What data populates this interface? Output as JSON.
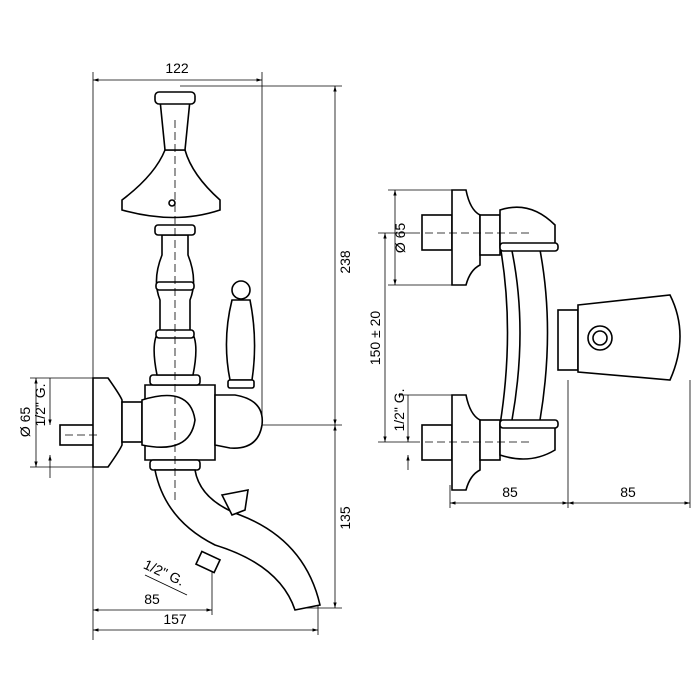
{
  "drawing": {
    "front_view": {
      "width_dim": "122",
      "height_upper_dim": "238",
      "height_lower_dim": "135",
      "flange_diameter_dim": "Ø 65",
      "wall_thread_dim": "1/2\" G.",
      "shower_outlet_thread_dim": "1/2\" G.",
      "outlet_offset_dim": "85",
      "spout_length_dim": "157"
    },
    "side_view": {
      "flange_diameter_dim": "Ø 65",
      "center_distance_dim": "150 ± 20",
      "wall_thread_dim": "1/2\" G.",
      "depth_left_dim": "85",
      "depth_right_dim": "85"
    }
  }
}
